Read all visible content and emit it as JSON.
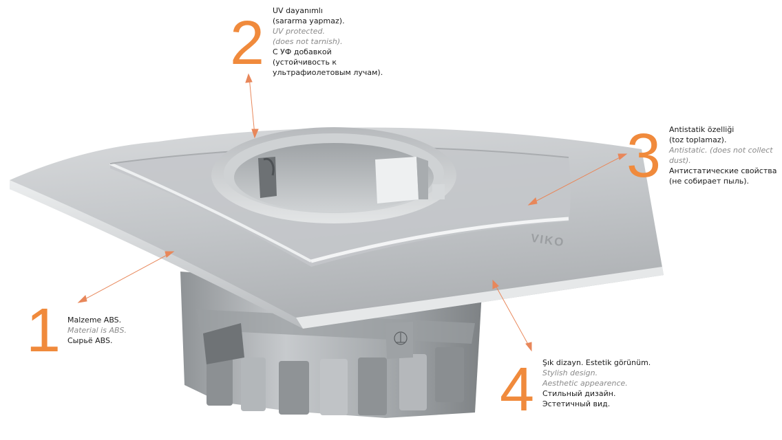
{
  "accent_color": "#f08a3c",
  "product": {
    "brand_mark": "VIKO"
  },
  "callouts": [
    {
      "number": "1",
      "lines": [
        {
          "text": "Malzeme ABS.",
          "lang": "tr"
        },
        {
          "text": "Material is ABS.",
          "lang": "en"
        },
        {
          "text": "Сырьё ABS.",
          "lang": "ru"
        }
      ]
    },
    {
      "number": "2",
      "lines": [
        {
          "text": "UV dayanımlı",
          "lang": "tr"
        },
        {
          "text": "(sararma yapmaz).",
          "lang": "tr"
        },
        {
          "text": "UV protected.",
          "lang": "en"
        },
        {
          "text": "(does not tarnish).",
          "lang": "en"
        },
        {
          "text": "С УФ добавкой",
          "lang": "ru"
        },
        {
          "text": "(устойчивость к",
          "lang": "ru"
        },
        {
          "text": "ультрафиолетовым лучам).",
          "lang": "ru"
        }
      ]
    },
    {
      "number": "3",
      "lines": [
        {
          "text": "Antistatik özelliği",
          "lang": "tr"
        },
        {
          "text": "(toz toplamaz).",
          "lang": "tr"
        },
        {
          "text": "Antistatic. (does not collect",
          "lang": "en"
        },
        {
          "text": "dust).",
          "lang": "en"
        },
        {
          "text": "Антистатические свойства",
          "lang": "ru"
        },
        {
          "text": "(не собирает пыль).",
          "lang": "ru"
        }
      ]
    },
    {
      "number": "4",
      "lines": [
        {
          "text": "Şık dizayn. Estetik görünüm.",
          "lang": "tr"
        },
        {
          "text": "Stylish design.",
          "lang": "en"
        },
        {
          "text": "Aesthetic appearence.",
          "lang": "en"
        },
        {
          "text": "Стильный дизайн.",
          "lang": "ru"
        },
        {
          "text": "Эстетичный вид.",
          "lang": "ru"
        }
      ]
    }
  ]
}
